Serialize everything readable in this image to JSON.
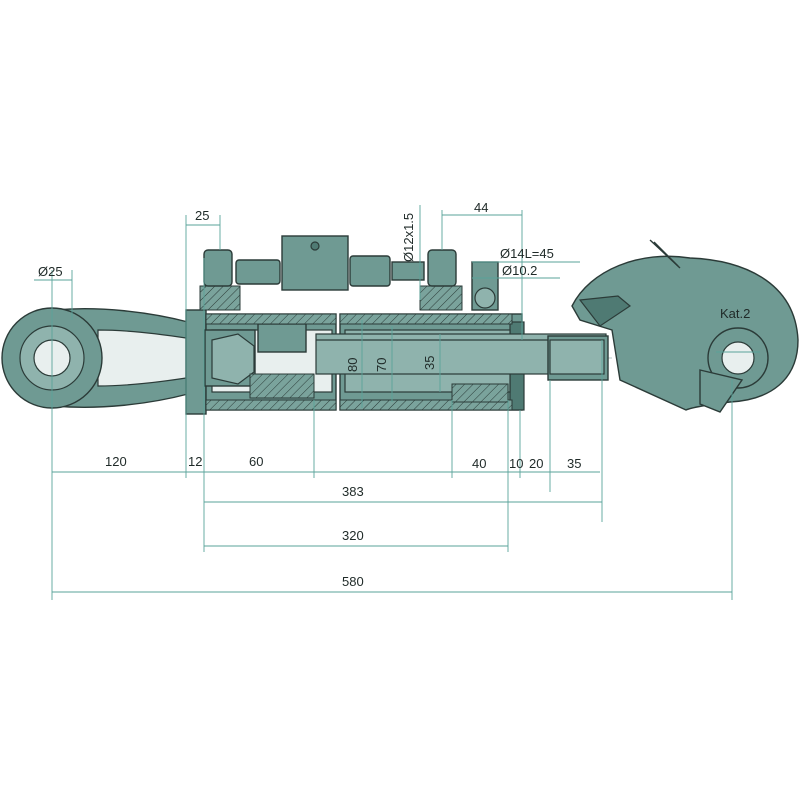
{
  "labels": {
    "eye_diameter": "Ø25",
    "ball_size": "Kat.2",
    "top_width": "25",
    "port_thread": "Ø12x1.5",
    "port_spacing": "44",
    "pin_hole": "Ø14L=45",
    "pin_diameter": "Ø10.2",
    "bore": "80",
    "piston_width": "70",
    "rod_diameter": "35",
    "seg_120": "120",
    "seg_12": "12",
    "seg_60": "60",
    "seg_40": "40",
    "seg_10": "10",
    "seg_20": "20",
    "seg_35": "35",
    "stroke_383": "383",
    "len_320": "320",
    "total_580": "580"
  },
  "colors": {
    "body": "#6f9a93",
    "dimension_lines": "#5aa39a"
  }
}
